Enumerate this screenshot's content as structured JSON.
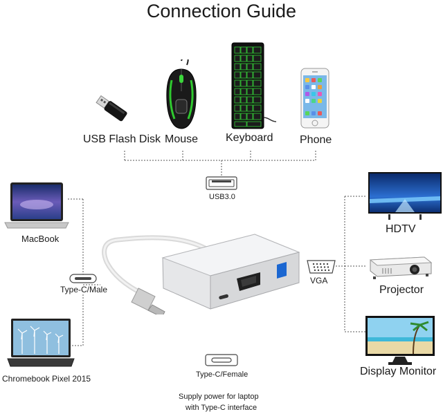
{
  "title": "Connection Guide",
  "top_devices": [
    "USB Flash Disk",
    "Mouse",
    "Keyboard",
    "Phone"
  ],
  "usb_port_label": "USB3.0",
  "left_devices": [
    "MacBook",
    "Chromebook Pixel 2015"
  ],
  "typec_male_label": "Type-C/Male",
  "vga_label": "VGA",
  "right_devices": [
    "HDTV",
    "Projector",
    "Display Monitor"
  ],
  "typec_female_label": "Type-C/Female",
  "power_note_line1": "Supply power for laptop",
  "power_note_line2": "with Type-C interface"
}
